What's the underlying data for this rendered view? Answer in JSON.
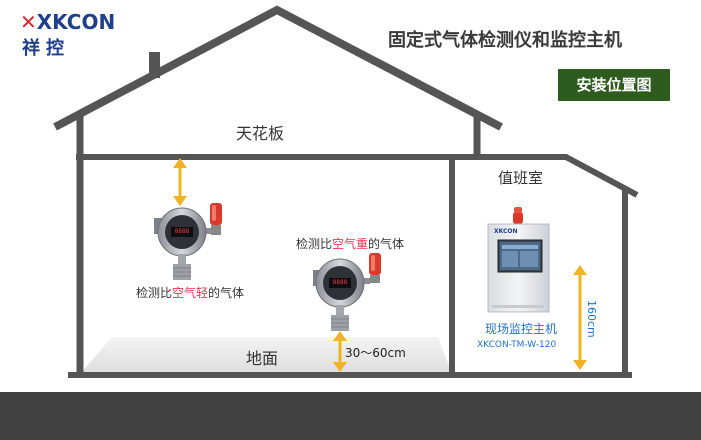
{
  "brand": {
    "logo_text": "XKCON",
    "logo_sub": "祥控"
  },
  "header": {
    "title": "固定式气体检测仪和监控主机",
    "badge": "安装位置图"
  },
  "labels": {
    "ceiling": "天花板",
    "floor": "地面",
    "duty_room": "值班室",
    "light_gas_prefix": "检测比",
    "light_gas_highlight": "空气轻",
    "light_gas_suffix": "的气体",
    "heavy_gas_prefix": "检测比",
    "heavy_gas_highlight": "空气重",
    "heavy_gas_suffix": "的气体",
    "floor_distance": "30～60cm",
    "host_height": "160cm",
    "host_name": "现场监控主机",
    "host_model": "XKCON-TM-W-120",
    "panel_brand": "XKCON",
    "detector_display": "8888"
  },
  "colors": {
    "accent_red": "#e8334f",
    "host_blue": "#1f73c7",
    "arrow_yellow": "#f0b323",
    "badge_green": "#2e5c1f",
    "logo_blue": "#1f3f8c",
    "logo_red": "#d8262f"
  }
}
